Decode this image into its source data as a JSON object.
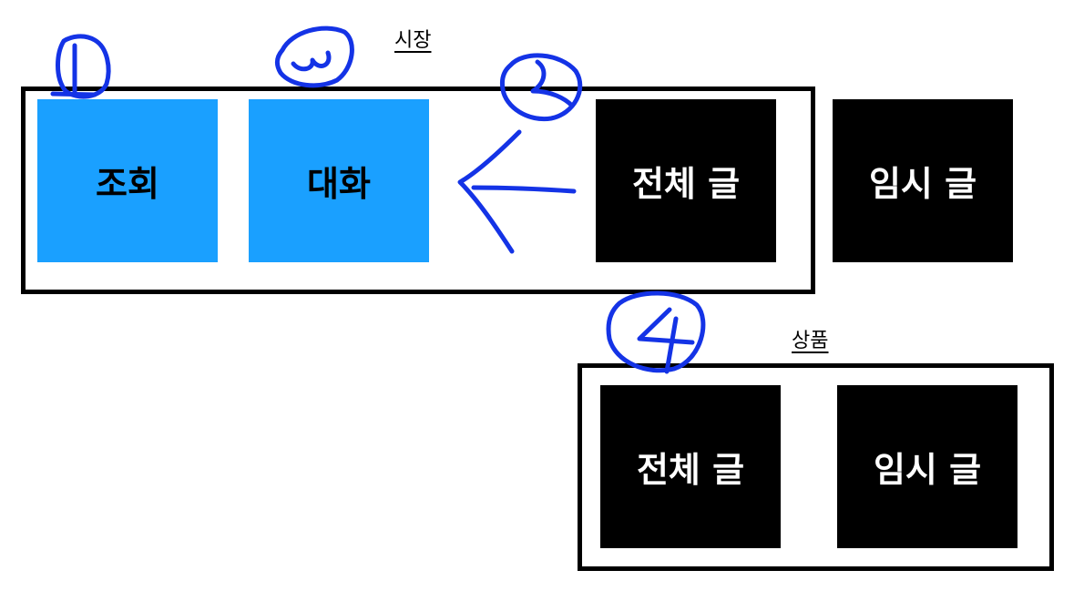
{
  "market": {
    "label": "시장",
    "tiles": [
      "조회",
      "대화",
      "전체 글"
    ],
    "outside_tile": "임시 글"
  },
  "product": {
    "label": "상품",
    "tiles": [
      "전체 글",
      "임시 글"
    ]
  },
  "colors": {
    "active_tile": "#1aa0ff",
    "dark_tile": "#000000",
    "annotation_ink": "#1433e6"
  }
}
